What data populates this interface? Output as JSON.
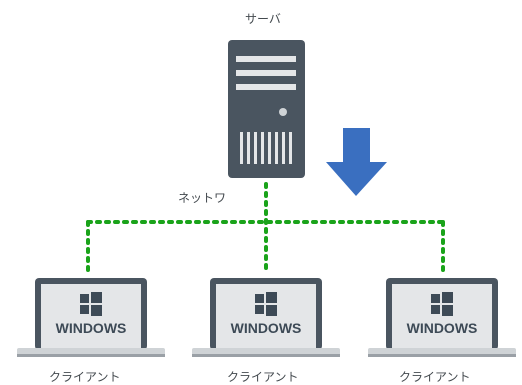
{
  "server": {
    "label": "サーバ",
    "icon": "server-tower-icon"
  },
  "network": {
    "label": "ネットワ",
    "line_color": "#1aa31a",
    "arrow_color": "#3a6fc0"
  },
  "clients": [
    {
      "label": "クライアント",
      "screen_text": "WINDOWS",
      "icon": "windows-logo-icon"
    },
    {
      "label": "クライアント",
      "screen_text": "WINDOWS",
      "icon": "windows-logo-icon"
    },
    {
      "label": "クライアント",
      "screen_text": "WINDOWS",
      "icon": "windows-logo-icon"
    }
  ],
  "colors": {
    "server_body": "#4a5560",
    "laptop_frame": "#4a5560",
    "laptop_screen": "#e4e6e8",
    "laptop_base": "#cfd3d6"
  }
}
